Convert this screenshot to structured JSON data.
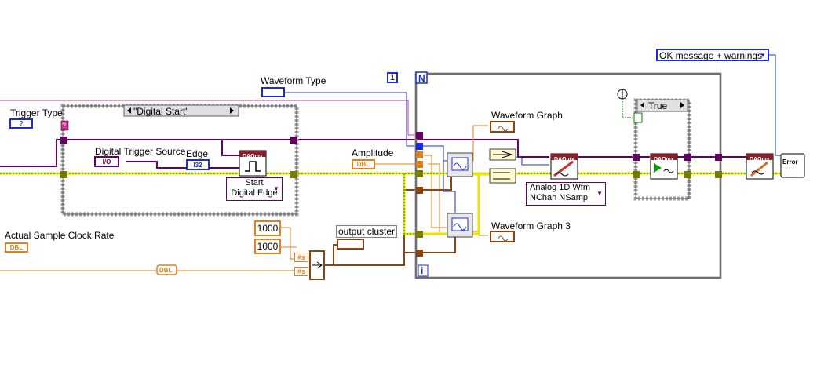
{
  "labels": {
    "trigger_type": "Trigger Type",
    "waveform_type": "Waveform Type",
    "digital_trigger_source": "Digital Trigger Source",
    "edge": "Edge",
    "amplitude": "Amplitude",
    "actual_sample_clock_rate": "Actual Sample Clock Rate",
    "output_cluster": "output cluster",
    "waveform_graph": "Waveform Graph",
    "waveform_graph_3": "Waveform Graph 3"
  },
  "case_structure": {
    "selector": "\"Digital Start\""
  },
  "inner_case": {
    "selector": "True"
  },
  "error_selector": "OK message + warnings",
  "polymorphic": {
    "start_trigger_line1": "Start",
    "start_trigger_line2": "Digital Edge",
    "write_line1": "Analog 1D Wfm",
    "write_line2": "NChan NSamp"
  },
  "constants": {
    "c1": "1000",
    "c2": "1000",
    "loop_count": "1"
  },
  "terminals": {
    "loop_n": "N",
    "loop_i": "i",
    "dbl": "DBL",
    "i32": "I32",
    "io": "I/O",
    "wire_dbl": "DBL",
    "bundle_s": "#s",
    "daqmx": "DAQmx",
    "error_icon": "Error",
    "selector_q": "?"
  },
  "colors": {
    "pink": "#cc3399",
    "purple": "#660066",
    "orange": "#e08020",
    "blue": "#1c2bd8",
    "yellow": "#e6e600",
    "green": "#0a7a0a",
    "brown": "#8b4513",
    "frame_gray": "#a0a0a0"
  }
}
